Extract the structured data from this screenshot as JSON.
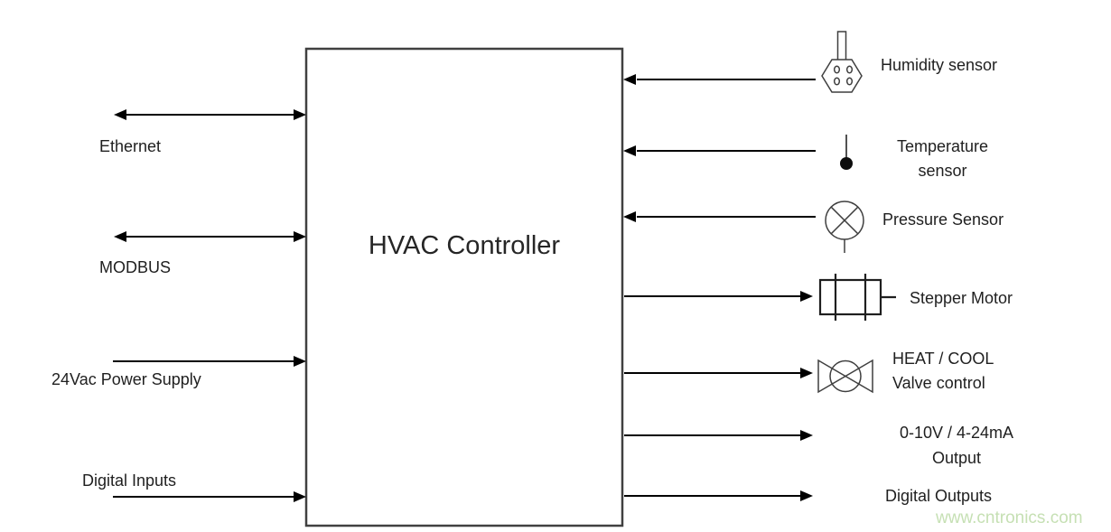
{
  "diagram": {
    "title": "HVAC Controller",
    "watermark": "www.cntronics.com",
    "colors": {
      "line": "#000000",
      "box_border": "#404040",
      "icon_stroke": "#3f3f3f",
      "watermark": "#c6e0b4",
      "background": "#ffffff"
    },
    "left_connections": [
      {
        "label": "Ethernet",
        "direction": "bidirectional"
      },
      {
        "label": "MODBUS",
        "direction": "bidirectional"
      },
      {
        "label": "24Vac Power Supply",
        "direction": "into-controller"
      },
      {
        "label": "Digital Inputs",
        "direction": "into-controller"
      }
    ],
    "right_inputs": [
      {
        "label": "Humidity sensor",
        "icon": "humidity-sensor-icon",
        "direction": "into-controller"
      },
      {
        "label": "Temperature\nsensor",
        "icon": "temperature-sensor-icon",
        "direction": "into-controller"
      },
      {
        "label": "Pressure Sensor",
        "icon": "pressure-sensor-icon",
        "direction": "into-controller"
      }
    ],
    "right_outputs": [
      {
        "label": "Stepper Motor",
        "icon": "stepper-motor-icon",
        "direction": "out-of-controller"
      },
      {
        "label": "HEAT / COOL\nValve control",
        "icon": "valve-icon",
        "direction": "out-of-controller"
      },
      {
        "label": "0-10V / 4-24mA\nOutput",
        "icon": "none",
        "direction": "out-of-controller"
      },
      {
        "label": "Digital Outputs",
        "icon": "none",
        "direction": "out-of-controller"
      }
    ]
  }
}
